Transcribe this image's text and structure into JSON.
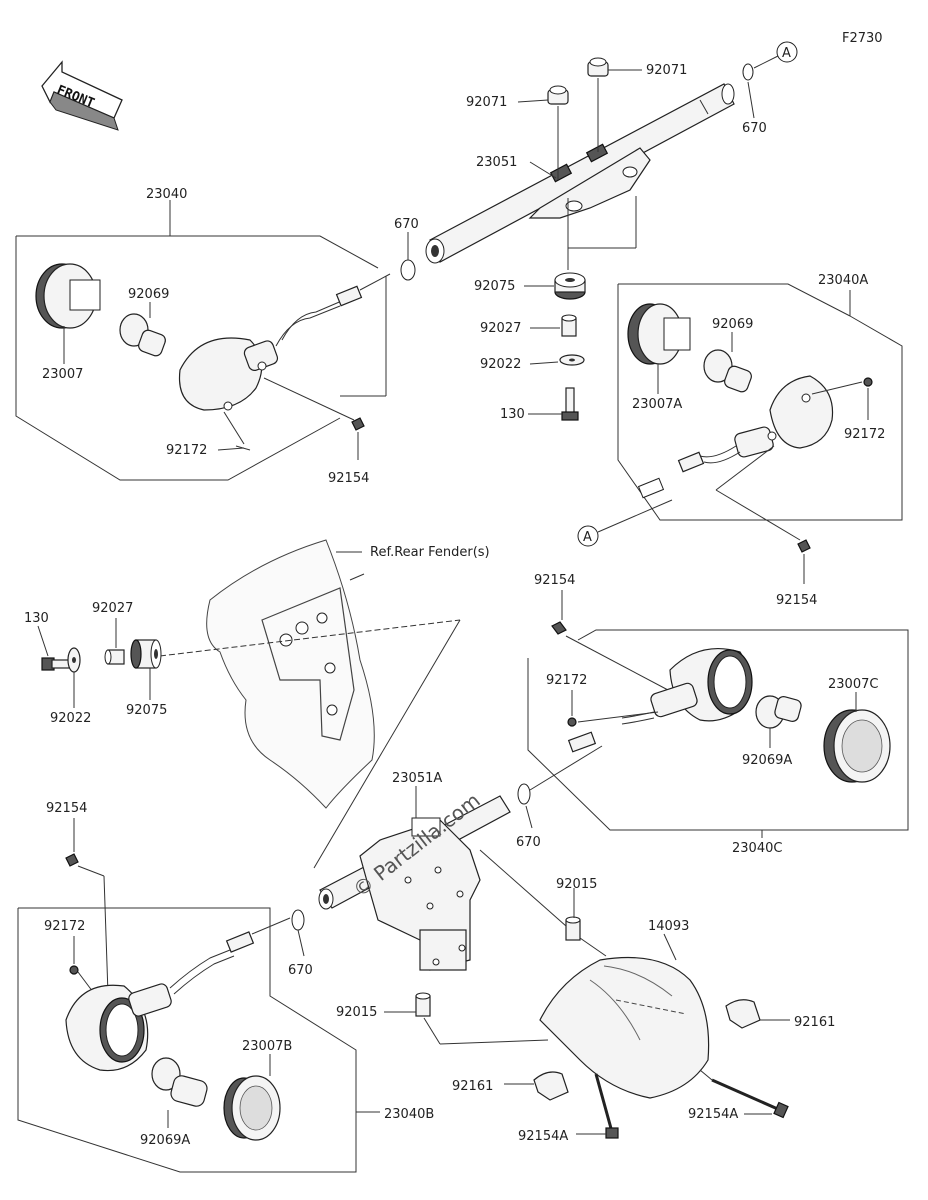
{
  "figure_code": "F2730",
  "front_label": "FRONT",
  "ref_note": "Ref.Rear Fender(s)",
  "watermark": "© Partzilla.com",
  "circle_ref": "A",
  "labels": {
    "p92071_a": "92071",
    "p92071_b": "92071",
    "p670_a": "670",
    "p23051": "23051",
    "p23040": "23040",
    "p670_b": "670",
    "p92069_a": "92069",
    "p23007": "23007",
    "p92172_a": "92172",
    "p92154_a": "92154",
    "p92075_a": "92075",
    "p92027_a": "92027",
    "p92022_a": "92022",
    "p130_a": "130",
    "p23040A": "23040A",
    "p92069_b": "92069",
    "p23007A": "23007A",
    "p92172_b": "92172",
    "p92154_b": "92154",
    "p130_b": "130",
    "p92027_b": "92027",
    "p92022_b": "92022",
    "p92075_b": "92075",
    "p92154_c": "92154",
    "p92172_c": "92172",
    "p23007C": "23007C",
    "p92069A_a": "92069A",
    "p23040C": "23040C",
    "p23051A": "23051A",
    "p670_c": "670",
    "p92154_d": "92154",
    "p92172_d": "92172",
    "p92015_a": "92015",
    "p14093": "14093",
    "p670_d": "670",
    "p92015_b": "92015",
    "p92161_a": "92161",
    "p23007B": "23007B",
    "p92161_b": "92161",
    "p92154A_a": "92154A",
    "p92069A_b": "92069A",
    "p23040B": "23040B",
    "p92154A_b": "92154A"
  }
}
